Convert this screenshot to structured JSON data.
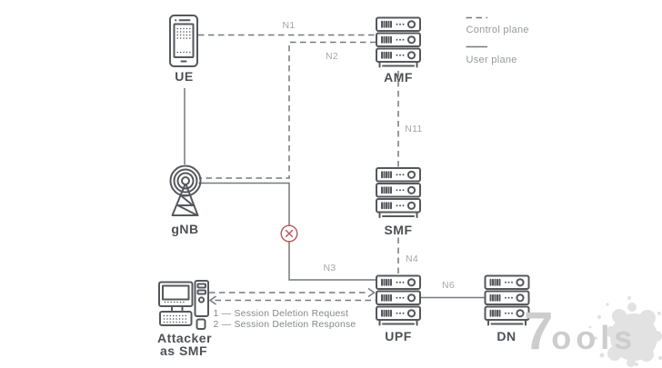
{
  "legend": {
    "control_plane_label": "Control plane",
    "user_plane_label": "User plane"
  },
  "nodes": {
    "ue": "UE",
    "amf": "AMF",
    "gnb": "gNB",
    "smf": "SMF",
    "upf": "UPF",
    "dn": "DN",
    "attacker_line1": "Attacker",
    "attacker_line2": "as SMF"
  },
  "interfaces": {
    "n1": "N1",
    "n2": "N2",
    "n3": "N3",
    "n4": "N4",
    "n6": "N6",
    "n11": "N11"
  },
  "messages": {
    "request": "1 — Session Deletion Request",
    "response": "2 — Session Deletion Response"
  },
  "watermark": {
    "part1": "7",
    "part2": "ools"
  },
  "colors": {
    "diagram_stroke": "#55585c",
    "connector_gray": "#75797d",
    "node_label_gray": "#4d5155",
    "interface_label_gray": "#a3a6a9",
    "legend_text_gray": "#96999c",
    "message_text_gray": "#85888b",
    "blocked_red": "#b7565c",
    "watermark_gray": "#cdcdcd"
  }
}
